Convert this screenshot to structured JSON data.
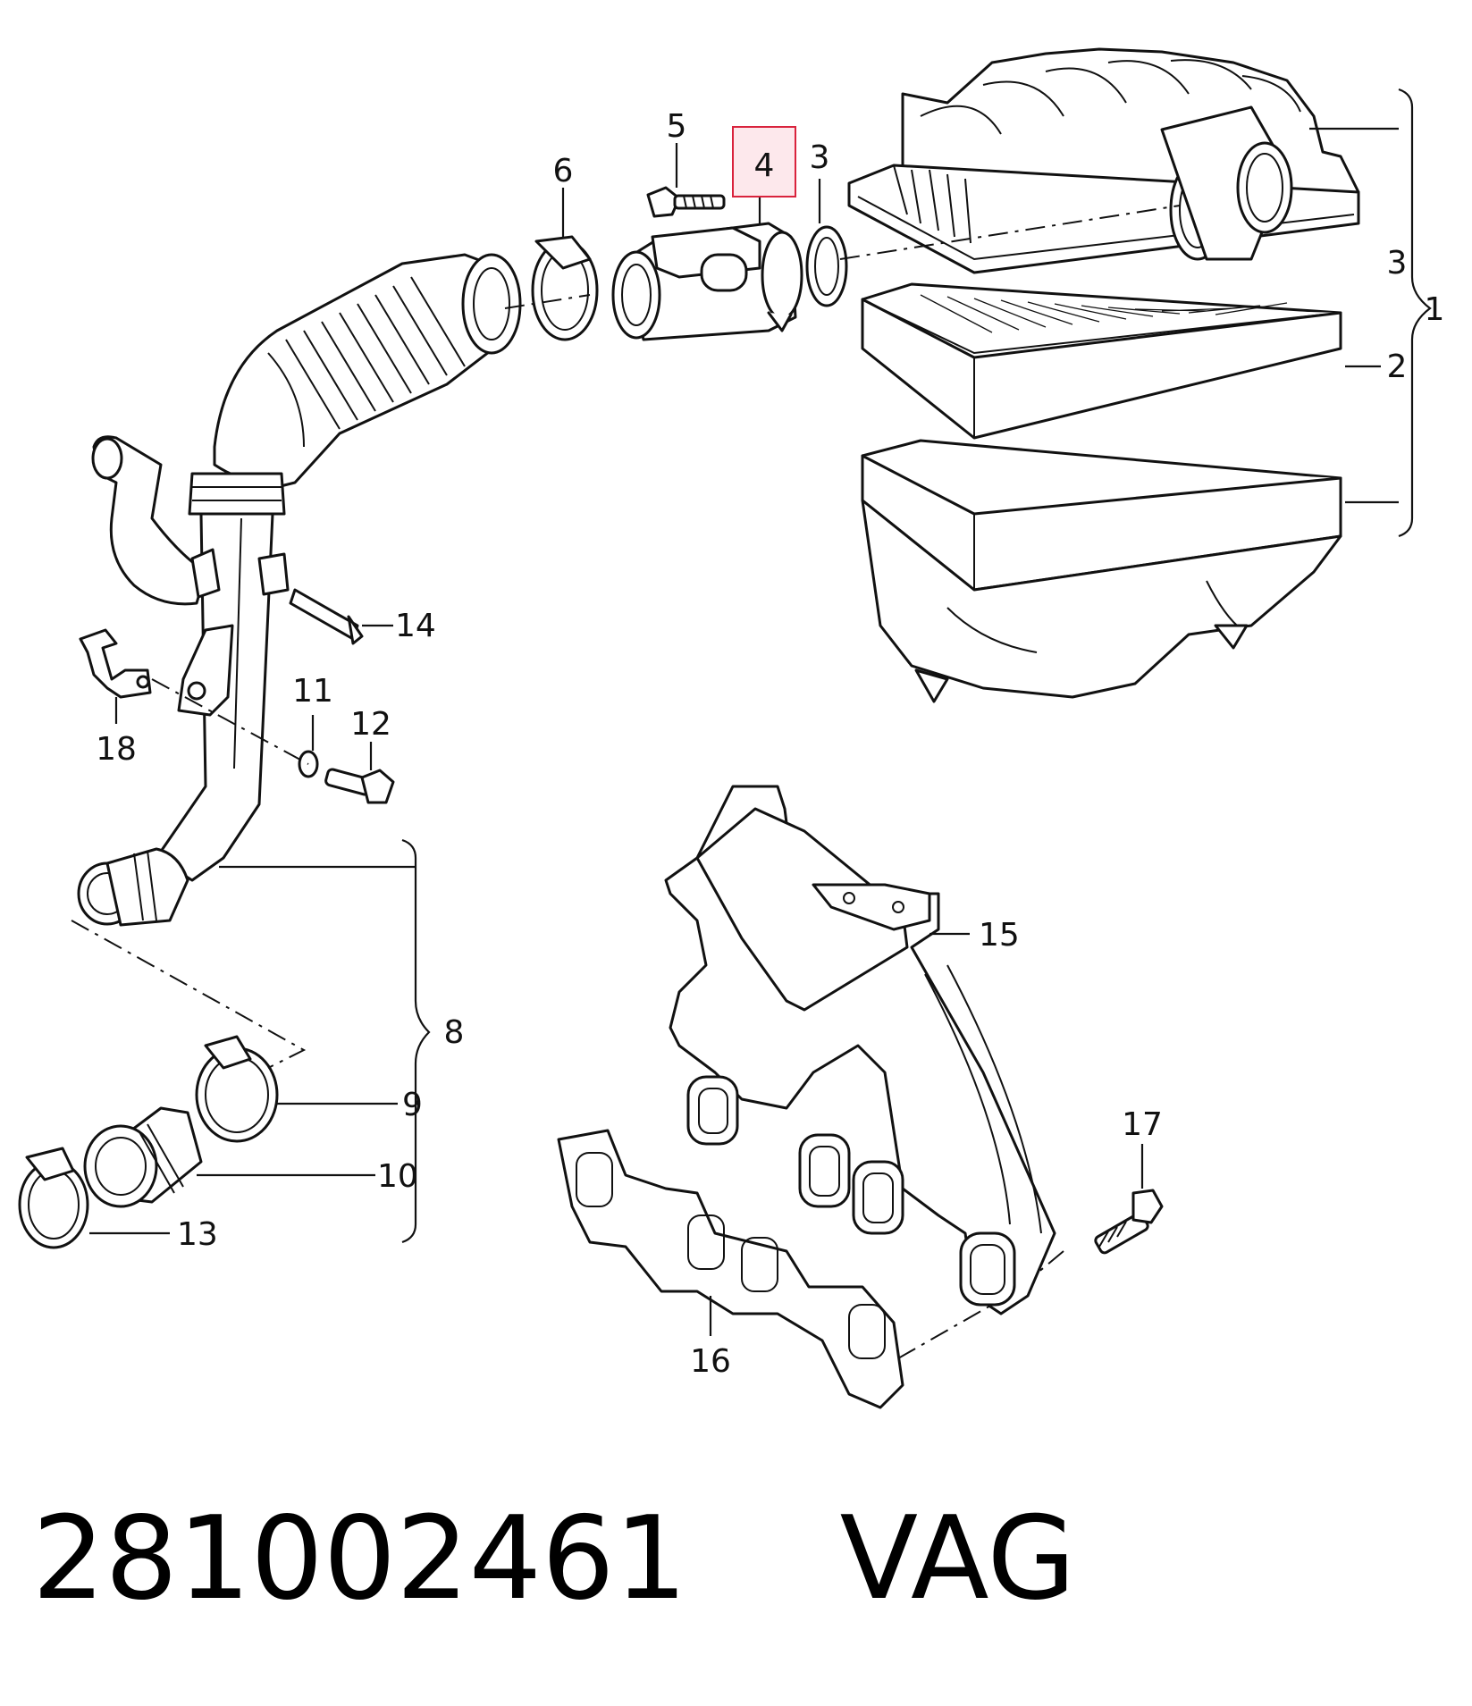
{
  "diagram": {
    "highlighted_callout": "4",
    "highlight_color": "#d9233d",
    "callouts": {
      "c1": "1",
      "c2": "2",
      "c3a": "3",
      "c3b": "3",
      "c4": "4",
      "c5": "5",
      "c6": "6",
      "c8": "8",
      "c9": "9",
      "c10": "10",
      "c11": "11",
      "c12": "12",
      "c13": "13",
      "c14": "14",
      "c15": "15",
      "c16": "16",
      "c17": "17",
      "c18": "18"
    }
  },
  "footer": {
    "part_number": "281002461",
    "brand": "VAG"
  }
}
